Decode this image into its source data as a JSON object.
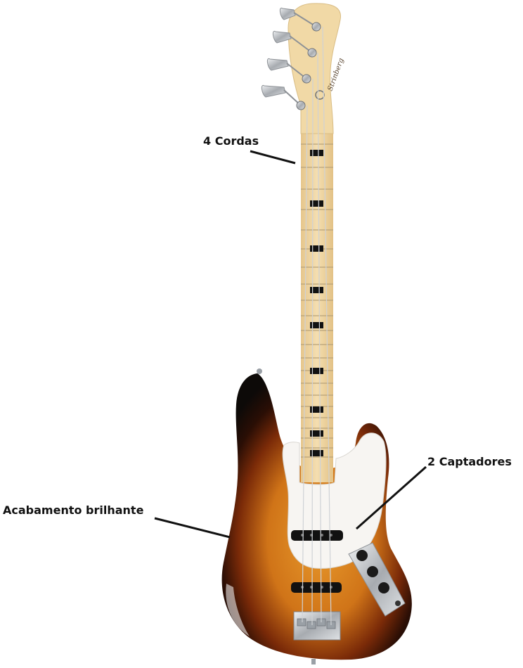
{
  "annotations": {
    "strings": "4 Cordas",
    "pickups": "2 Captadores",
    "finish": "Acabamento brilhante"
  },
  "headstock": {
    "brand": "Strinberg"
  },
  "colors": {
    "sunburst_outer": "#0d0a08",
    "sunburst_mid": "#7a2a08",
    "sunburst_inner": "#e0861e",
    "maple": "#f1d9a6",
    "pickguard": "#f7f5f2",
    "control_plate": "#c9cbce"
  }
}
